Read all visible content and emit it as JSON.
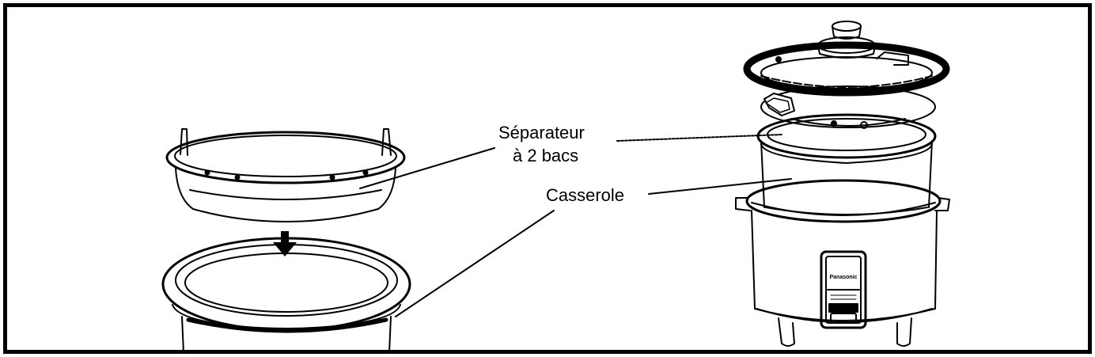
{
  "labels": {
    "separator_line1": "Séparateur",
    "separator_line2": "à 2 bacs",
    "pot": "Casserole"
  },
  "brand": "Panasonic",
  "colors": {
    "ink": "#000000",
    "paper": "#ffffff",
    "frame": "#000000"
  }
}
